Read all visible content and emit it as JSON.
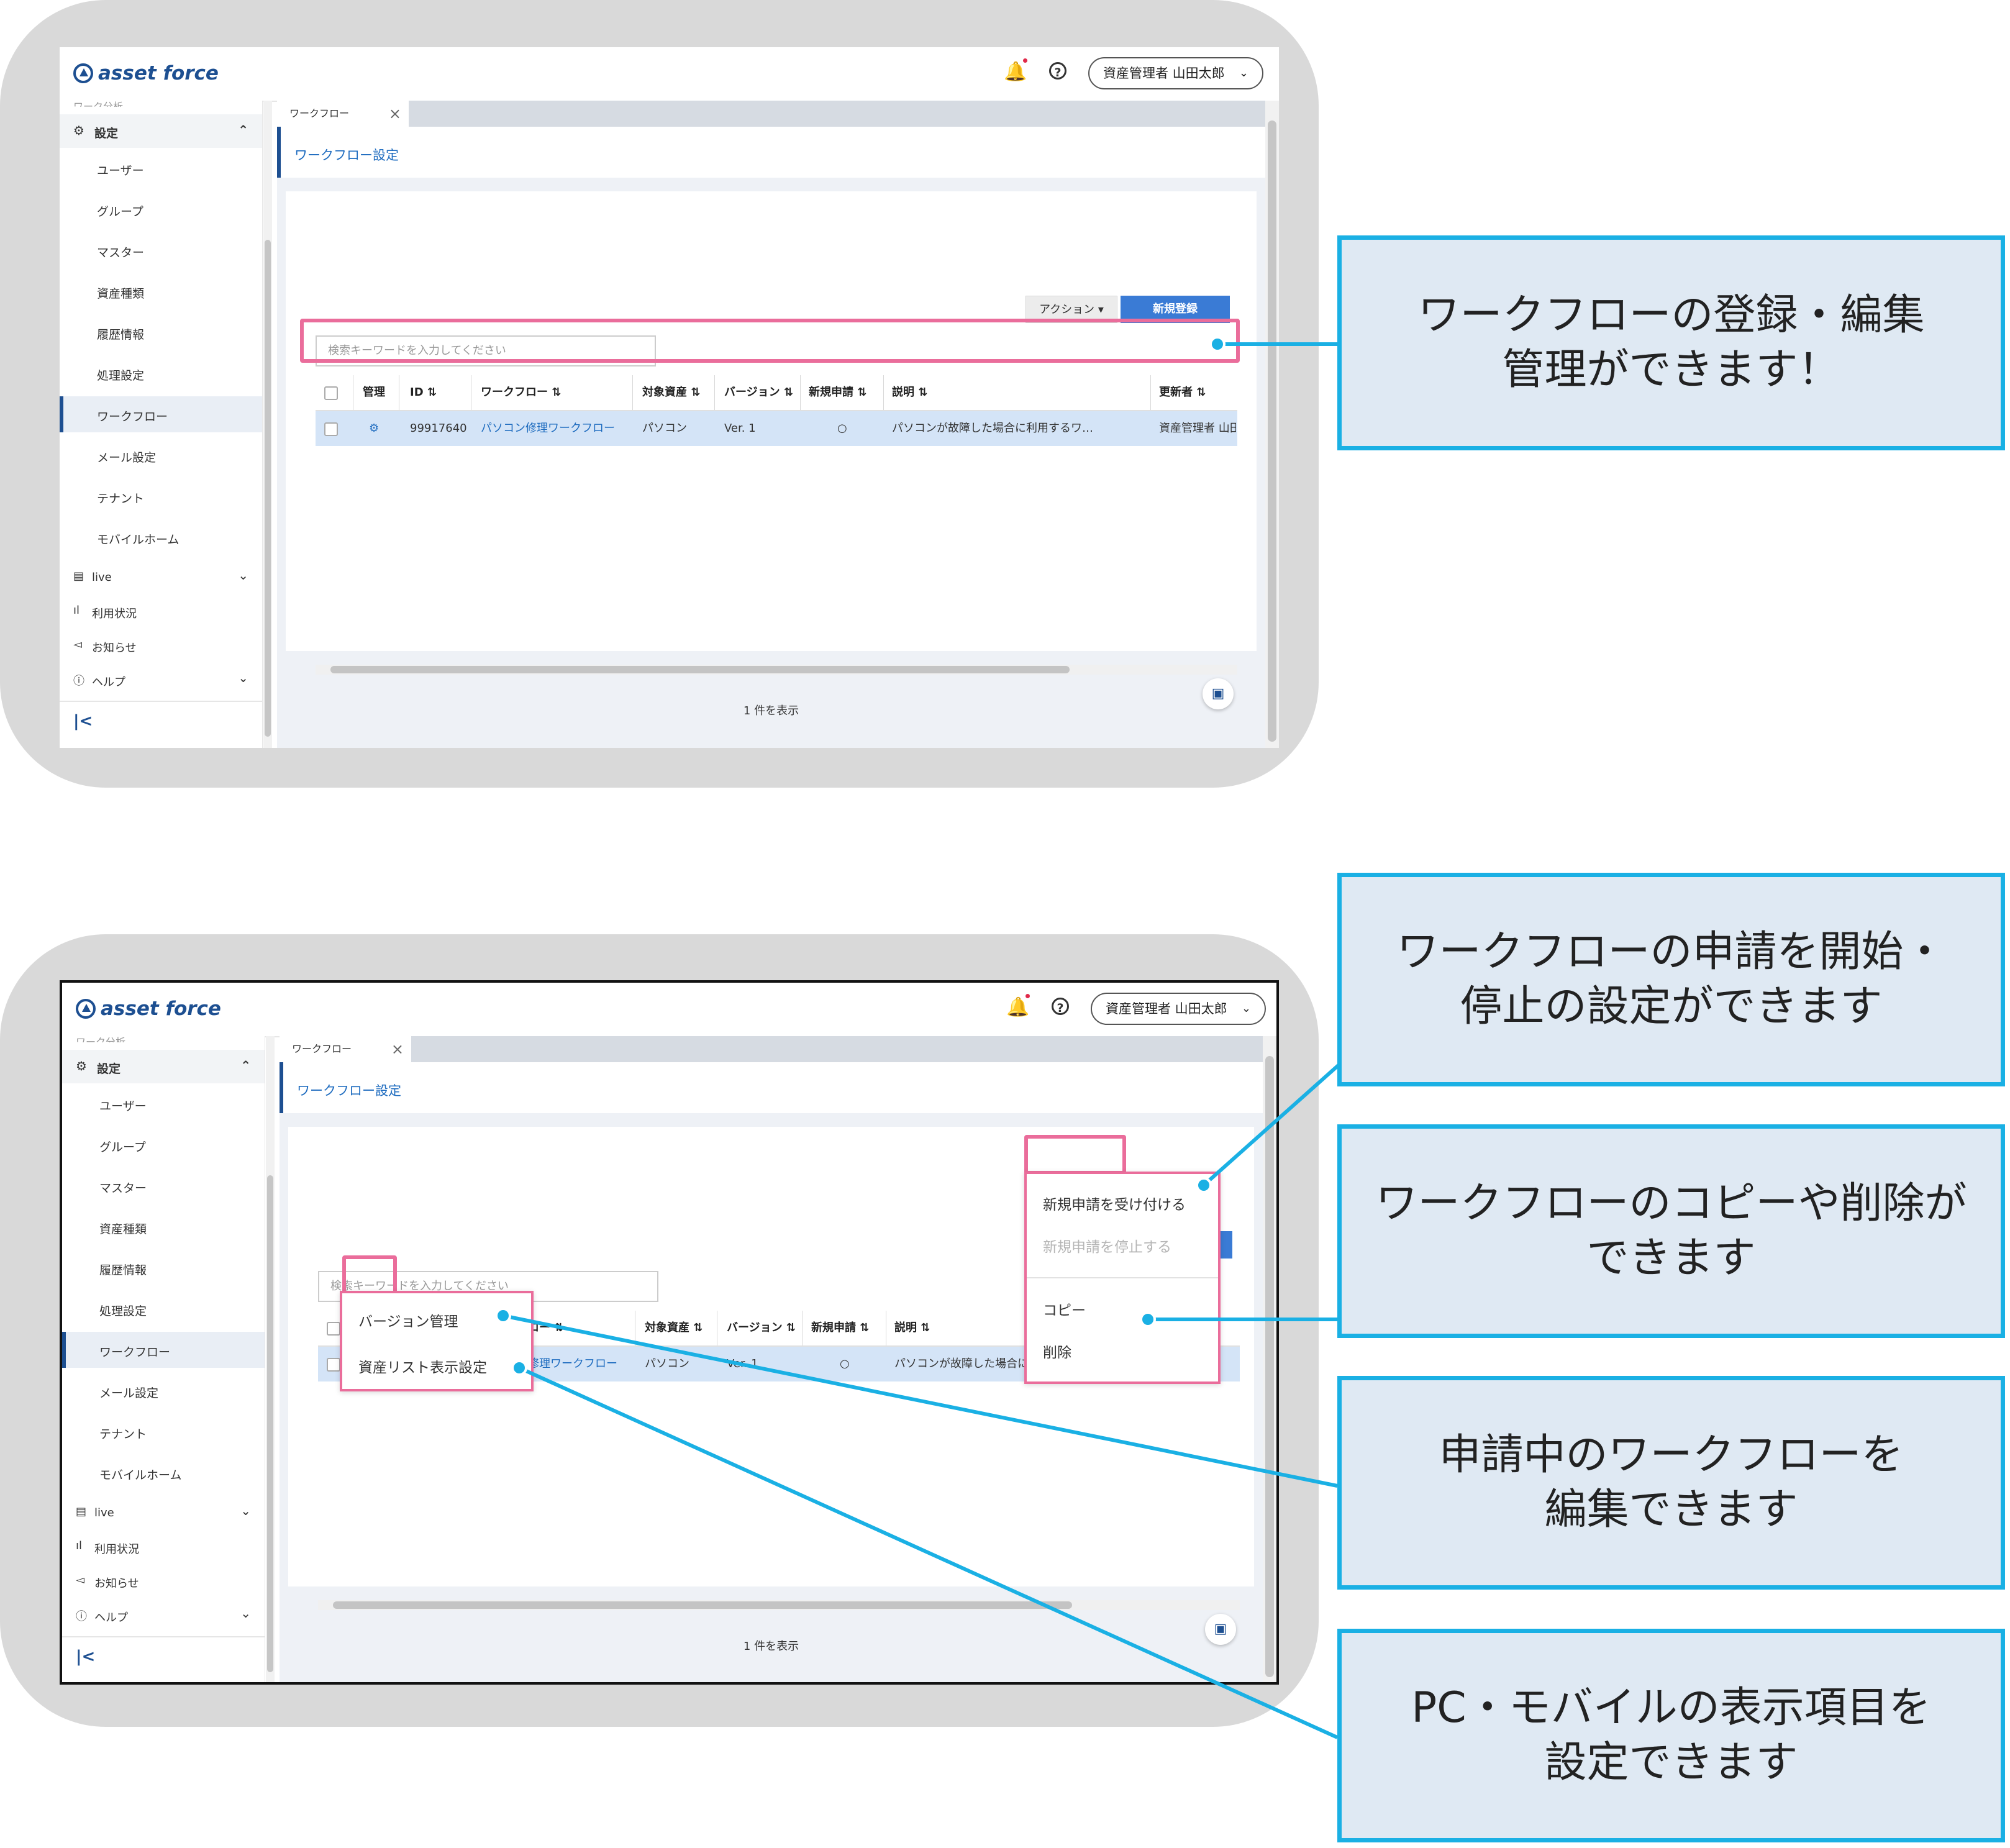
{
  "app": {
    "logo_text": "asset force",
    "user_label": "資産管理者 山田太郎"
  },
  "sidebar": {
    "cut_item": "ワーク分析",
    "section": "設定",
    "items": [
      "ユーザー",
      "グループ",
      "マスター",
      "資産種類",
      "履歴情報",
      "処理設定",
      "ワークフロー",
      "メール設定",
      "テナント",
      "モバイルホーム"
    ],
    "active": "ワークフロー",
    "groups": [
      "live",
      "利用状況",
      "お知らせ",
      "ヘルプ"
    ]
  },
  "tab": {
    "label": "ワークフロー"
  },
  "page": {
    "title": "ワークフロー設定",
    "action_button": "アクション",
    "new_button": "新規登録",
    "search_placeholder": "検索キーワードを入力してください"
  },
  "table": {
    "headers": [
      "管理",
      "ID",
      "ワークフロー",
      "対象資産",
      "バージョン",
      "新規申請",
      "説明",
      "更新者"
    ],
    "row": {
      "id": "99917640",
      "workflow": "パソコン修理ワークフロー",
      "asset": "パソコン",
      "version": "Ver. 1",
      "new_request": "○",
      "description": "パソコンが故障した場合に利用するワ…",
      "updater": "資産管理者 山田太郎"
    },
    "count_text": "1 件を表示"
  },
  "action_menu": [
    "新規申請を受け付ける",
    "新規申請を停止する",
    "コピー",
    "削除"
  ],
  "manage_menu": [
    "バージョン管理",
    "資産リスト表示設定"
  ],
  "callouts": [
    [
      "ワークフローの登録・編集",
      "管理ができます！"
    ],
    [
      "ワークフローの申請を開始・",
      "停止の設定ができます"
    ],
    [
      "ワークフローのコピーや削除が",
      "できます"
    ],
    [
      "申請中のワークフローを",
      "編集できます"
    ],
    [
      "PC・モバイルの表示項目を",
      "設定できます"
    ]
  ],
  "colors": {
    "accent": "#1d4f91",
    "highlight": "#ea6d9b",
    "callout_border": "#1ab0e4",
    "callout_fill": "#dfe9f3"
  }
}
